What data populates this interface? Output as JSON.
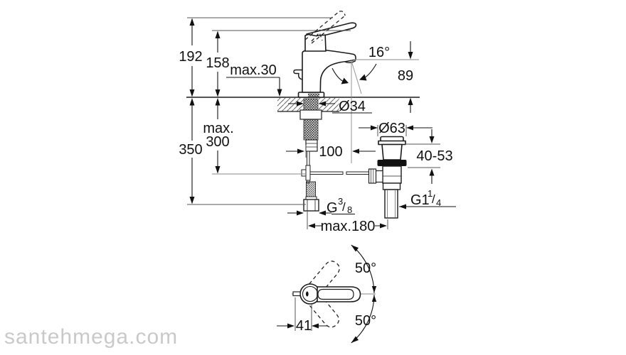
{
  "watermark": {
    "text": "santehmega.com",
    "color": "#c9c9c9"
  },
  "drawing_meta": {
    "type": "faucet-installation-dimension-diagram",
    "line_color": "#1a1a1a",
    "dimension_color": "#111111"
  },
  "labels": {
    "overall_height": "192",
    "lever_height": "158",
    "deck_thickness": "max.30",
    "hole_diameter": "Ø34",
    "spout_angle": "16°",
    "spout_height": "89",
    "waste_flange_diameter": "Ø63",
    "waste_deck_range": "40-53",
    "spout_projection": "100",
    "rod_depth_prefix": "max.",
    "rod_depth_value": "300",
    "hose_length": "350",
    "supply_thread_base": "G",
    "supply_thread_sup": "3",
    "supply_thread_slash": "/",
    "supply_thread_sub": "8",
    "waste_thread_base": "G1",
    "waste_thread_sup": "1",
    "waste_thread_slash": "/",
    "waste_thread_sub": "4",
    "rod_reach": "max.180",
    "handle_swing_up": "50°",
    "handle_swing_down": "50°",
    "handle_offset": "41"
  }
}
